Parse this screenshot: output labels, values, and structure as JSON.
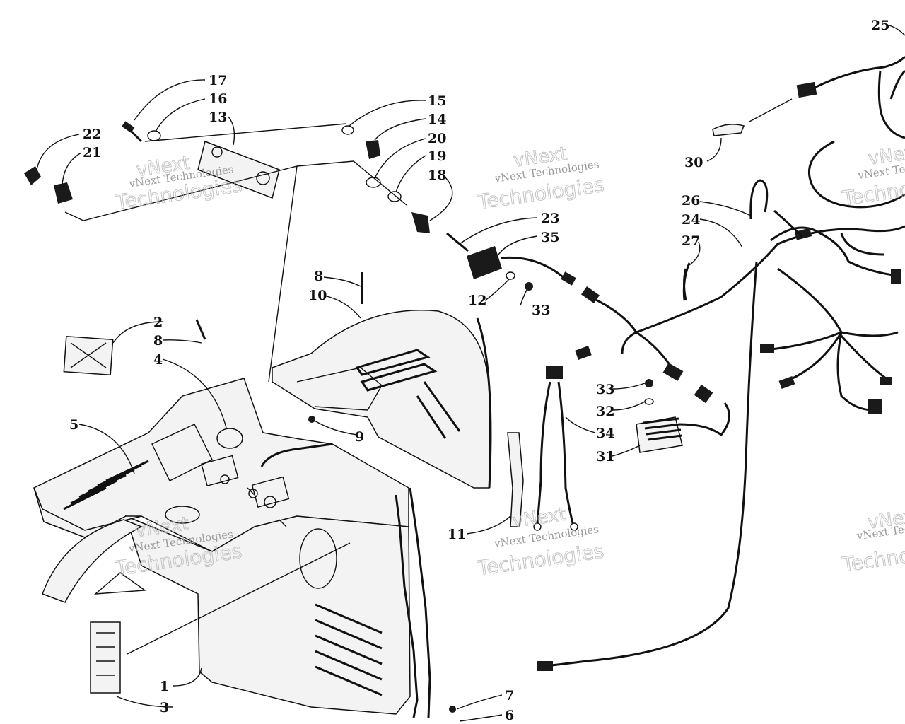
{
  "callouts": [
    {
      "id": "c25",
      "text": "25"
    },
    {
      "id": "c17",
      "text": "17"
    },
    {
      "id": "c16",
      "text": "16"
    },
    {
      "id": "c13",
      "text": "13"
    },
    {
      "id": "c15",
      "text": "15"
    },
    {
      "id": "c14",
      "text": "14"
    },
    {
      "id": "c20",
      "text": "20"
    },
    {
      "id": "c19",
      "text": "19"
    },
    {
      "id": "c18",
      "text": "18"
    },
    {
      "id": "c22",
      "text": "22"
    },
    {
      "id": "c21",
      "text": "21"
    },
    {
      "id": "c30",
      "text": "30"
    },
    {
      "id": "c26",
      "text": "26"
    },
    {
      "id": "c24",
      "text": "24"
    },
    {
      "id": "c27",
      "text": "27"
    },
    {
      "id": "c23",
      "text": "23"
    },
    {
      "id": "c35",
      "text": "35"
    },
    {
      "id": "c12a",
      "text": "12"
    },
    {
      "id": "c33a",
      "text": "33"
    },
    {
      "id": "c8a",
      "text": "8"
    },
    {
      "id": "c10",
      "text": "10"
    },
    {
      "id": "c2",
      "text": "2"
    },
    {
      "id": "c8b",
      "text": "8"
    },
    {
      "id": "c4",
      "text": "4"
    },
    {
      "id": "c5",
      "text": "5"
    },
    {
      "id": "c9",
      "text": "9"
    },
    {
      "id": "c33b",
      "text": "33"
    },
    {
      "id": "c32",
      "text": "32"
    },
    {
      "id": "c34",
      "text": "34"
    },
    {
      "id": "c31",
      "text": "31"
    },
    {
      "id": "c11",
      "text": "11"
    },
    {
      "id": "c1",
      "text": "1"
    },
    {
      "id": "c3",
      "text": "3"
    },
    {
      "id": "c7",
      "text": "7"
    },
    {
      "id": "c6",
      "text": "6"
    }
  ],
  "watermark": {
    "line1": "vNext",
    "line2": "Technologies",
    "caption": "vNext Technologies"
  }
}
